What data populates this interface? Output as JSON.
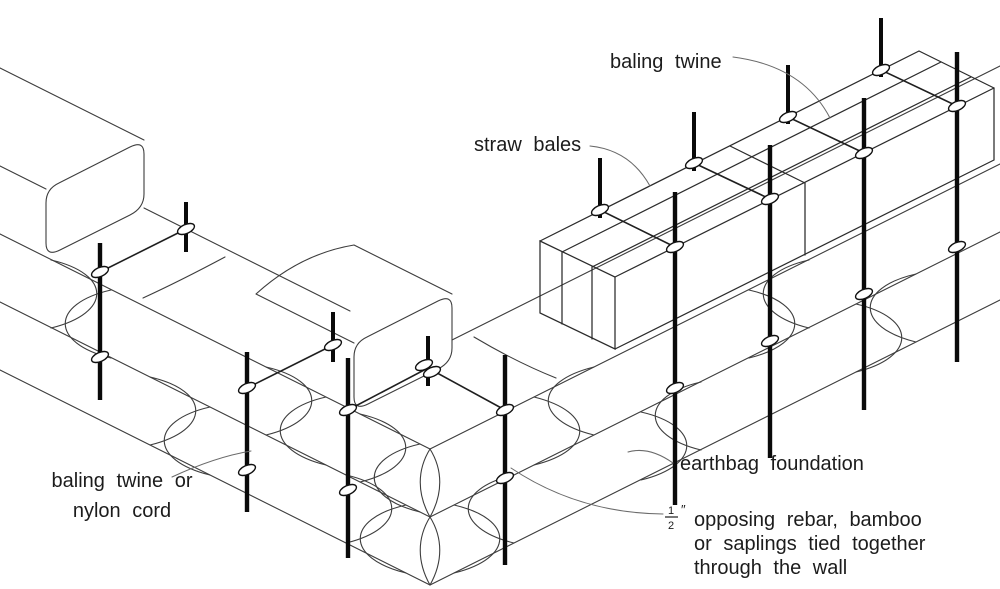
{
  "labels": {
    "baling_twine": "baling twine",
    "straw_bales": "straw bales",
    "cord_line1": "baling twine or",
    "cord_line2": "nylon cord",
    "earthbag_foundation": "earthbag foundation",
    "rebar_frac_num": "1",
    "rebar_frac_den": "2",
    "rebar_inch_mark": "″",
    "rebar_line1": "opposing rebar, bamboo",
    "rebar_line2": "or saplings tied together",
    "rebar_line3": "through the wall"
  },
  "colors": {
    "background": "#ffffff",
    "ink": "#1c1c1c",
    "bag_line": "#3d3d3d",
    "bale_line": "#2b2b2b",
    "stake": "#0a0a0a",
    "leader": "#6a6a6a"
  },
  "scene": {
    "type": "axonometric construction detail",
    "subject": "straw bales tied to an earthbag foundation at a wall corner",
    "earthbag_courses_visible": 3,
    "straw_bales_visible": 2,
    "front_stakes": 8,
    "back_stakes": 7,
    "twine_ties": 8,
    "twine_loops": 24
  }
}
